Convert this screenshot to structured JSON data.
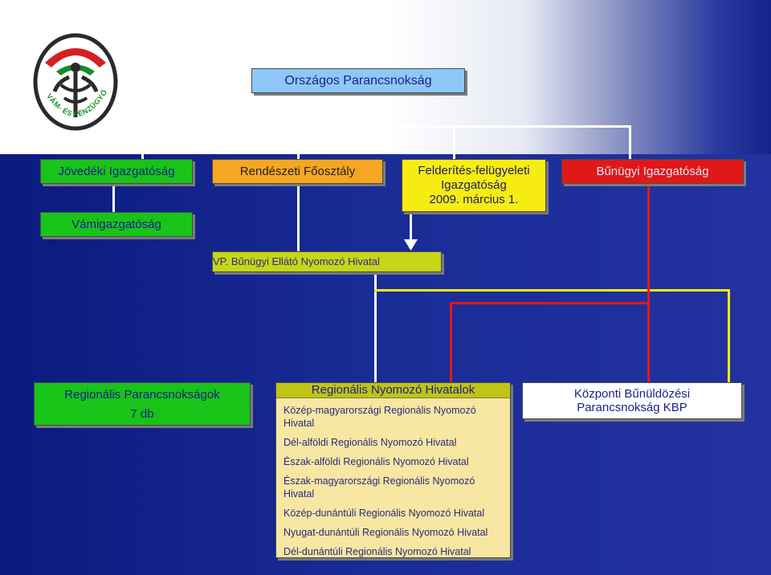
{
  "logo": {
    "text": "VÁM- ÉS PÉNZÜGYŐRSÉG",
    "colors": {
      "red": "#d42020",
      "green": "#1a8a2a",
      "dark": "#2a2a2a"
    }
  },
  "org": {
    "top": "Országos Parancsnokság",
    "jovedeki": "Jövedéki Igazgatóság",
    "rendeszeti": "Rendészeti Főosztály",
    "felderites": [
      "Felderítés-felügyeleti",
      "Igazgatóság",
      "2009. március 1."
    ],
    "bunugyi": "Bűnügyi Igazgatóság",
    "vamigazgatosag": "Vámigazgatóság",
    "vp": "VP. Bűnügyi Ellátó Nyomozó Hivatal",
    "regionalis_parancs": {
      "title": "Regionális Parancsnokságok",
      "count": "7 db"
    },
    "nyomozo": {
      "title": "Regionális Nyomozó Hivatalok",
      "items": [
        "Közép-magyarországi Regionális Nyomozó Hivatal",
        "Dél-alföldi Regionális Nyomozó Hivatal",
        "Észak-alföldi Regionális Nyomozó Hivatal",
        "Észak-magyarországi Regionális Nyomozó Hivatal",
        "Közép-dunántúli Regionális Nyomozó Hivatal",
        "Nyugat-dunántúli Regionális Nyomozó Hivatal",
        "Dél-dunántúli Regionális Nyomozó Hivatal"
      ]
    },
    "kozponti": [
      "Központi Bűnüldözési",
      "Parancsnokság KBP"
    ]
  },
  "colors": {
    "green_box": "#18c418",
    "orange_box": "#f5a623",
    "yellow_box": "#f7ec12",
    "red_box": "#e01818",
    "olive_box": "#c8d617",
    "blue_box": "#8ec8f6",
    "connector_white": "#ffffff",
    "connector_red": "#e01818",
    "connector_yellow": "#f7ec12"
  }
}
